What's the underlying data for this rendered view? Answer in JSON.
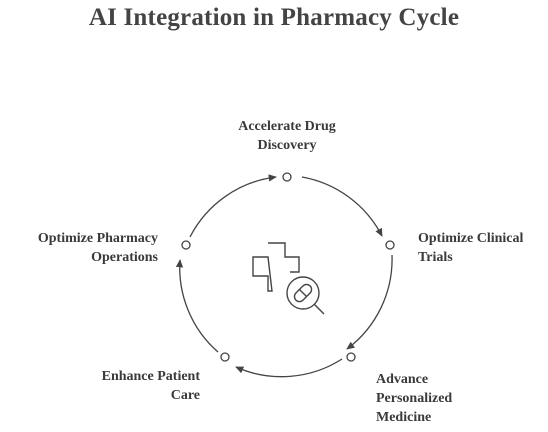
{
  "title": "AI Integration in Pharmacy Cycle",
  "stages": [
    {
      "lines": [
        "Accelerate Drug",
        "Discovery"
      ]
    },
    {
      "lines": [
        "Optimize Clinical",
        "Trials"
      ]
    },
    {
      "lines": [
        "Advance",
        "Personalized",
        "Medicine"
      ]
    },
    {
      "lines": [
        "Enhance Patient",
        "Care"
      ]
    },
    {
      "lines": [
        "Optimize Pharmacy",
        "Operations"
      ]
    }
  ],
  "center_icon": "pharmacy-cross-capsule-icon",
  "colors": {
    "stroke": "#444444",
    "text": "#3a3a3a",
    "background": "#ffffff"
  }
}
